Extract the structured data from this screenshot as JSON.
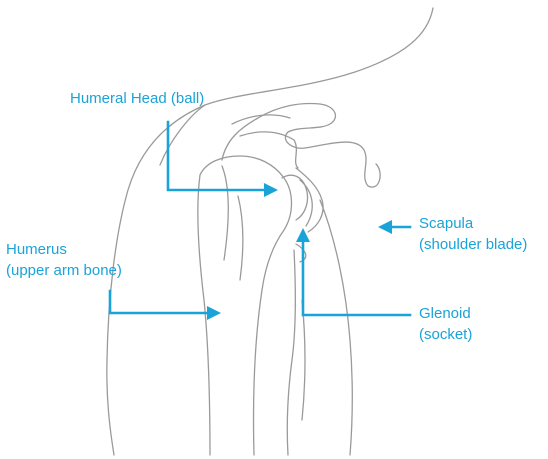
{
  "labels": {
    "humeral_head": "Humeral Head (ball)",
    "humerus_line1": "Humerus",
    "humerus_line2": "(upper arm bone)",
    "scapula_line1": "Scapula",
    "scapula_line2": "(shoulder blade)",
    "glenoid_line1": "Glenoid",
    "glenoid_line2": "(socket)"
  },
  "colors": {
    "accent": "#1aa3d8",
    "outline": "#9a9a9a",
    "background": "#ffffff"
  }
}
